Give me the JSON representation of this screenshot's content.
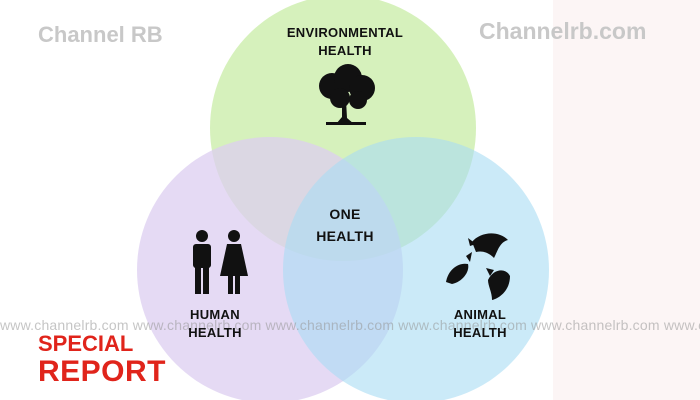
{
  "branding": {
    "left": "Channel RB",
    "right": "Channelrb.com",
    "watermark": "www.channelrb.com www.channelrb.com www.channelrb.com www.channelrb.com www.channelrb.com www.channelrb.com"
  },
  "venn": {
    "environmental": {
      "line1": "ENVIRONMENTAL",
      "line2": "HEALTH",
      "icon": "tree-icon",
      "color": "#cfeeb0"
    },
    "human": {
      "line1": "HUMAN",
      "line2": "HEALTH",
      "icon": "people-icon",
      "color": "#dccdf0"
    },
    "animal": {
      "line1": "ANIMAL",
      "line2": "HEALTH",
      "icon": "birds-icon",
      "color": "#b8e2f5"
    },
    "center": {
      "line1": "ONE",
      "line2": "HEALTH"
    }
  },
  "badge": {
    "line1": "SPECIAL",
    "line2": "REPORT",
    "color": "#e0241b"
  }
}
